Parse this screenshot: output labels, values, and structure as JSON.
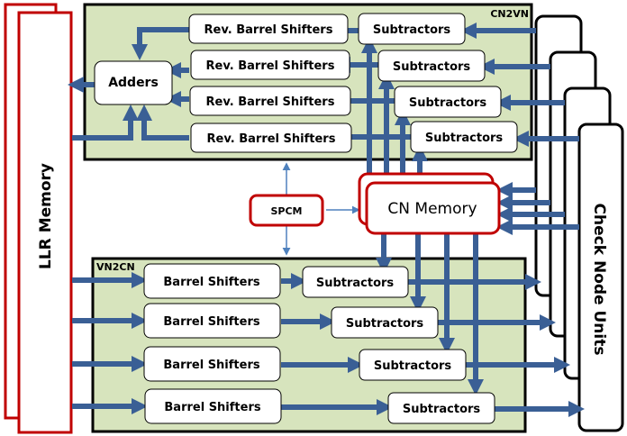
{
  "colors": {
    "panel_fill": "#d7e4bd",
    "arrow": "#3a5f95",
    "arrow_light": "#4f81bd",
    "memory_border": "#c00000",
    "box_border": "#000000",
    "box_fill": "#ffffff"
  },
  "llr_memory": {
    "label": "LLR Memory"
  },
  "check_node_units": {
    "label": "Check Node Units"
  },
  "cn_memory": {
    "label": "CN Memory"
  },
  "spcm": {
    "label": "SPCM"
  },
  "cn2vn": {
    "title": "CN2VN",
    "adders": {
      "label": "Adders"
    },
    "rev_barrel_shifters": [
      {
        "label": "Rev. Barrel Shifters"
      },
      {
        "label": "Rev. Barrel Shifters"
      },
      {
        "label": "Rev. Barrel Shifters"
      },
      {
        "label": "Rev. Barrel Shifters"
      }
    ],
    "subtractors": [
      {
        "label": "Subtractors"
      },
      {
        "label": "Subtractors"
      },
      {
        "label": "Subtractors"
      },
      {
        "label": "Subtractors"
      }
    ]
  },
  "vn2cn": {
    "title": "VN2CN",
    "barrel_shifters": [
      {
        "label": "Barrel Shifters"
      },
      {
        "label": "Barrel Shifters"
      },
      {
        "label": "Barrel Shifters"
      },
      {
        "label": "Barrel Shifters"
      }
    ],
    "subtractors": [
      {
        "label": "Subtractors"
      },
      {
        "label": "Subtractors"
      },
      {
        "label": "Subtractors"
      },
      {
        "label": "Subtractors"
      }
    ]
  }
}
